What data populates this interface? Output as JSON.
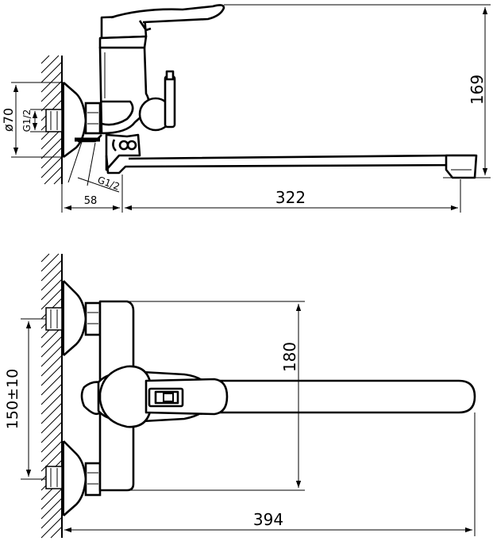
{
  "drawing": {
    "title": "",
    "top_view": {
      "dim_height": "169",
      "dim_wall_to_center": "58",
      "dim_spout_length": "322",
      "dim_flange_diameter": "ø70",
      "thread_label_wall": "G1/2",
      "thread_label_inlet": "G1/2"
    },
    "front_view": {
      "dim_center_distance": "150±10",
      "dim_body_height": "180",
      "dim_total_length": "394"
    }
  }
}
